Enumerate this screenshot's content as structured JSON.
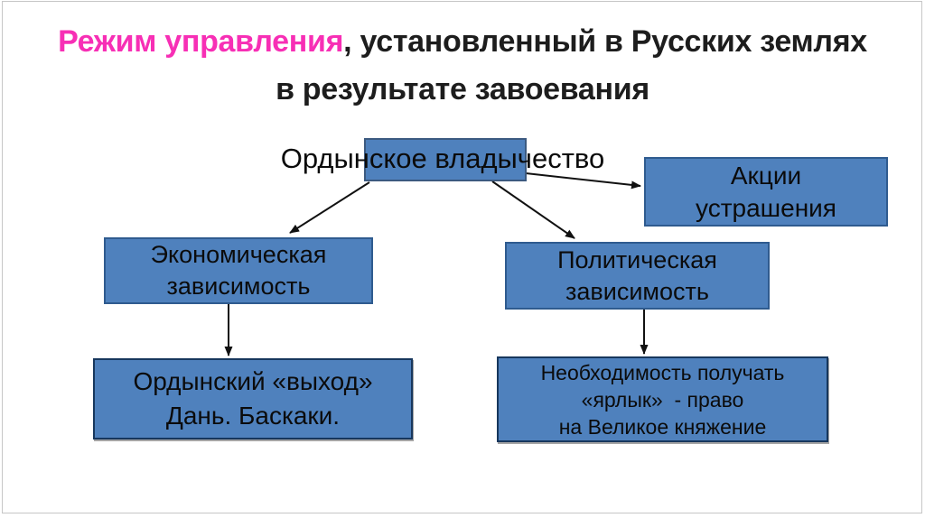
{
  "title": {
    "highlight": "Режим управления",
    "line1_rest": ", установленный в Русских землях",
    "line2": "в результате завоевания"
  },
  "diagram": {
    "boxes": {
      "horde_rule": {
        "label": "Ордынское владычество"
      },
      "intimidation": {
        "line1": "Акции",
        "line2": "устрашения"
      },
      "economic": {
        "line1": "Экономическая",
        "line2": "зависимость"
      },
      "political": {
        "line1": "Политическая",
        "line2": "зависимость"
      },
      "tribute": {
        "line1": "Ордынский «выход»",
        "line2": "Дань. Баскаки."
      },
      "yarlyk": {
        "line1": "Необходимость получать",
        "line2": "«ярлык»  - право",
        "line3": "на Великое княжение"
      }
    }
  },
  "colors": {
    "title_highlight": "#f72fb5",
    "title_text": "#1d1d1d",
    "box_fill": "#4f81bd",
    "box_border": "#2f5b8f",
    "box_border_dark": "#17375d",
    "connector": "#111111",
    "slide_frame": "#c6c6c6"
  }
}
